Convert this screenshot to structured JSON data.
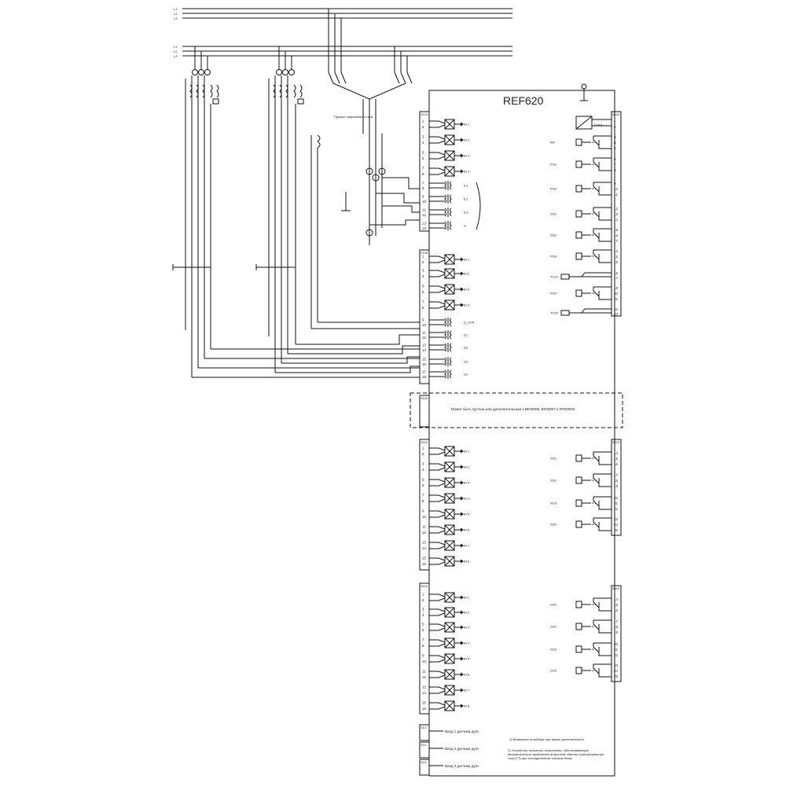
{
  "device": {
    "title": "REF620"
  },
  "busbars": {
    "upper": [
      "L1",
      "L2",
      "L3"
    ],
    "lower": [
      "L1",
      "L2",
      "L3"
    ]
  },
  "left_labels": {
    "earth_fault_ct": "Прямое направление тока"
  },
  "slots": {
    "top_in": "X120",
    "top_out": "X100",
    "mid_in": "X130",
    "mid_opt": "X140",
    "b1": "X110",
    "b1_out": "X110",
    "b2": "X115",
    "b2_out": "X115",
    "aux": [
      "X13",
      "X14",
      "X15"
    ]
  },
  "x120": {
    "inputs": [
      "BI 1",
      "BI 2",
      "BI 3",
      "BI 4"
    ],
    "analog": [
      "IL1",
      "IL2",
      "IL3",
      "Io"
    ]
  },
  "x130": {
    "inputs": [
      "BI 1",
      "BI 2",
      "BI 3",
      "BI 4"
    ],
    "analog": [
      "U_SYN",
      "U1",
      "U2",
      "U3",
      "Uo"
    ]
  },
  "x100": {
    "supply": "U aux",
    "outputs": [
      "IRF",
      "PO1",
      "PO2",
      "SO1",
      "SO2",
      "PO3",
      "TCS1",
      "PO4",
      "TCS2"
    ]
  },
  "optional_card": "Может быть пустым или дополнительным к BIO0005, BIO0007 и RTD0003",
  "x110": {
    "inputs": [
      "BI 1",
      "BI 2",
      "BI 3",
      "BI 4",
      "BI 5",
      "BI 6",
      "BI 7",
      "BI 8"
    ],
    "outputs": [
      "SO1",
      "SO2",
      "SO3",
      "SO4"
    ]
  },
  "x115": {
    "inputs": [
      "BI 1",
      "BI 2",
      "BI 3",
      "BI 4",
      "BI 5",
      "BI 6",
      "BI 7",
      "BI 8"
    ],
    "outputs": [
      "SO1",
      "SO2",
      "SO3",
      "SO4"
    ]
  },
  "arc": [
    "Вход 1 датчика дуги",
    "Вход 2 датчика дуги",
    "Вход 3 датчика дуги"
  ],
  "notes": [
    "1)  Возможность выбора при заказе дополнительно",
    "2)  Устройство основного исполнения, обеспечивающее автоматическое заземление вторичной обмотки трансформатора тока (ТТ) при отсоединенном токовом блоке"
  ]
}
